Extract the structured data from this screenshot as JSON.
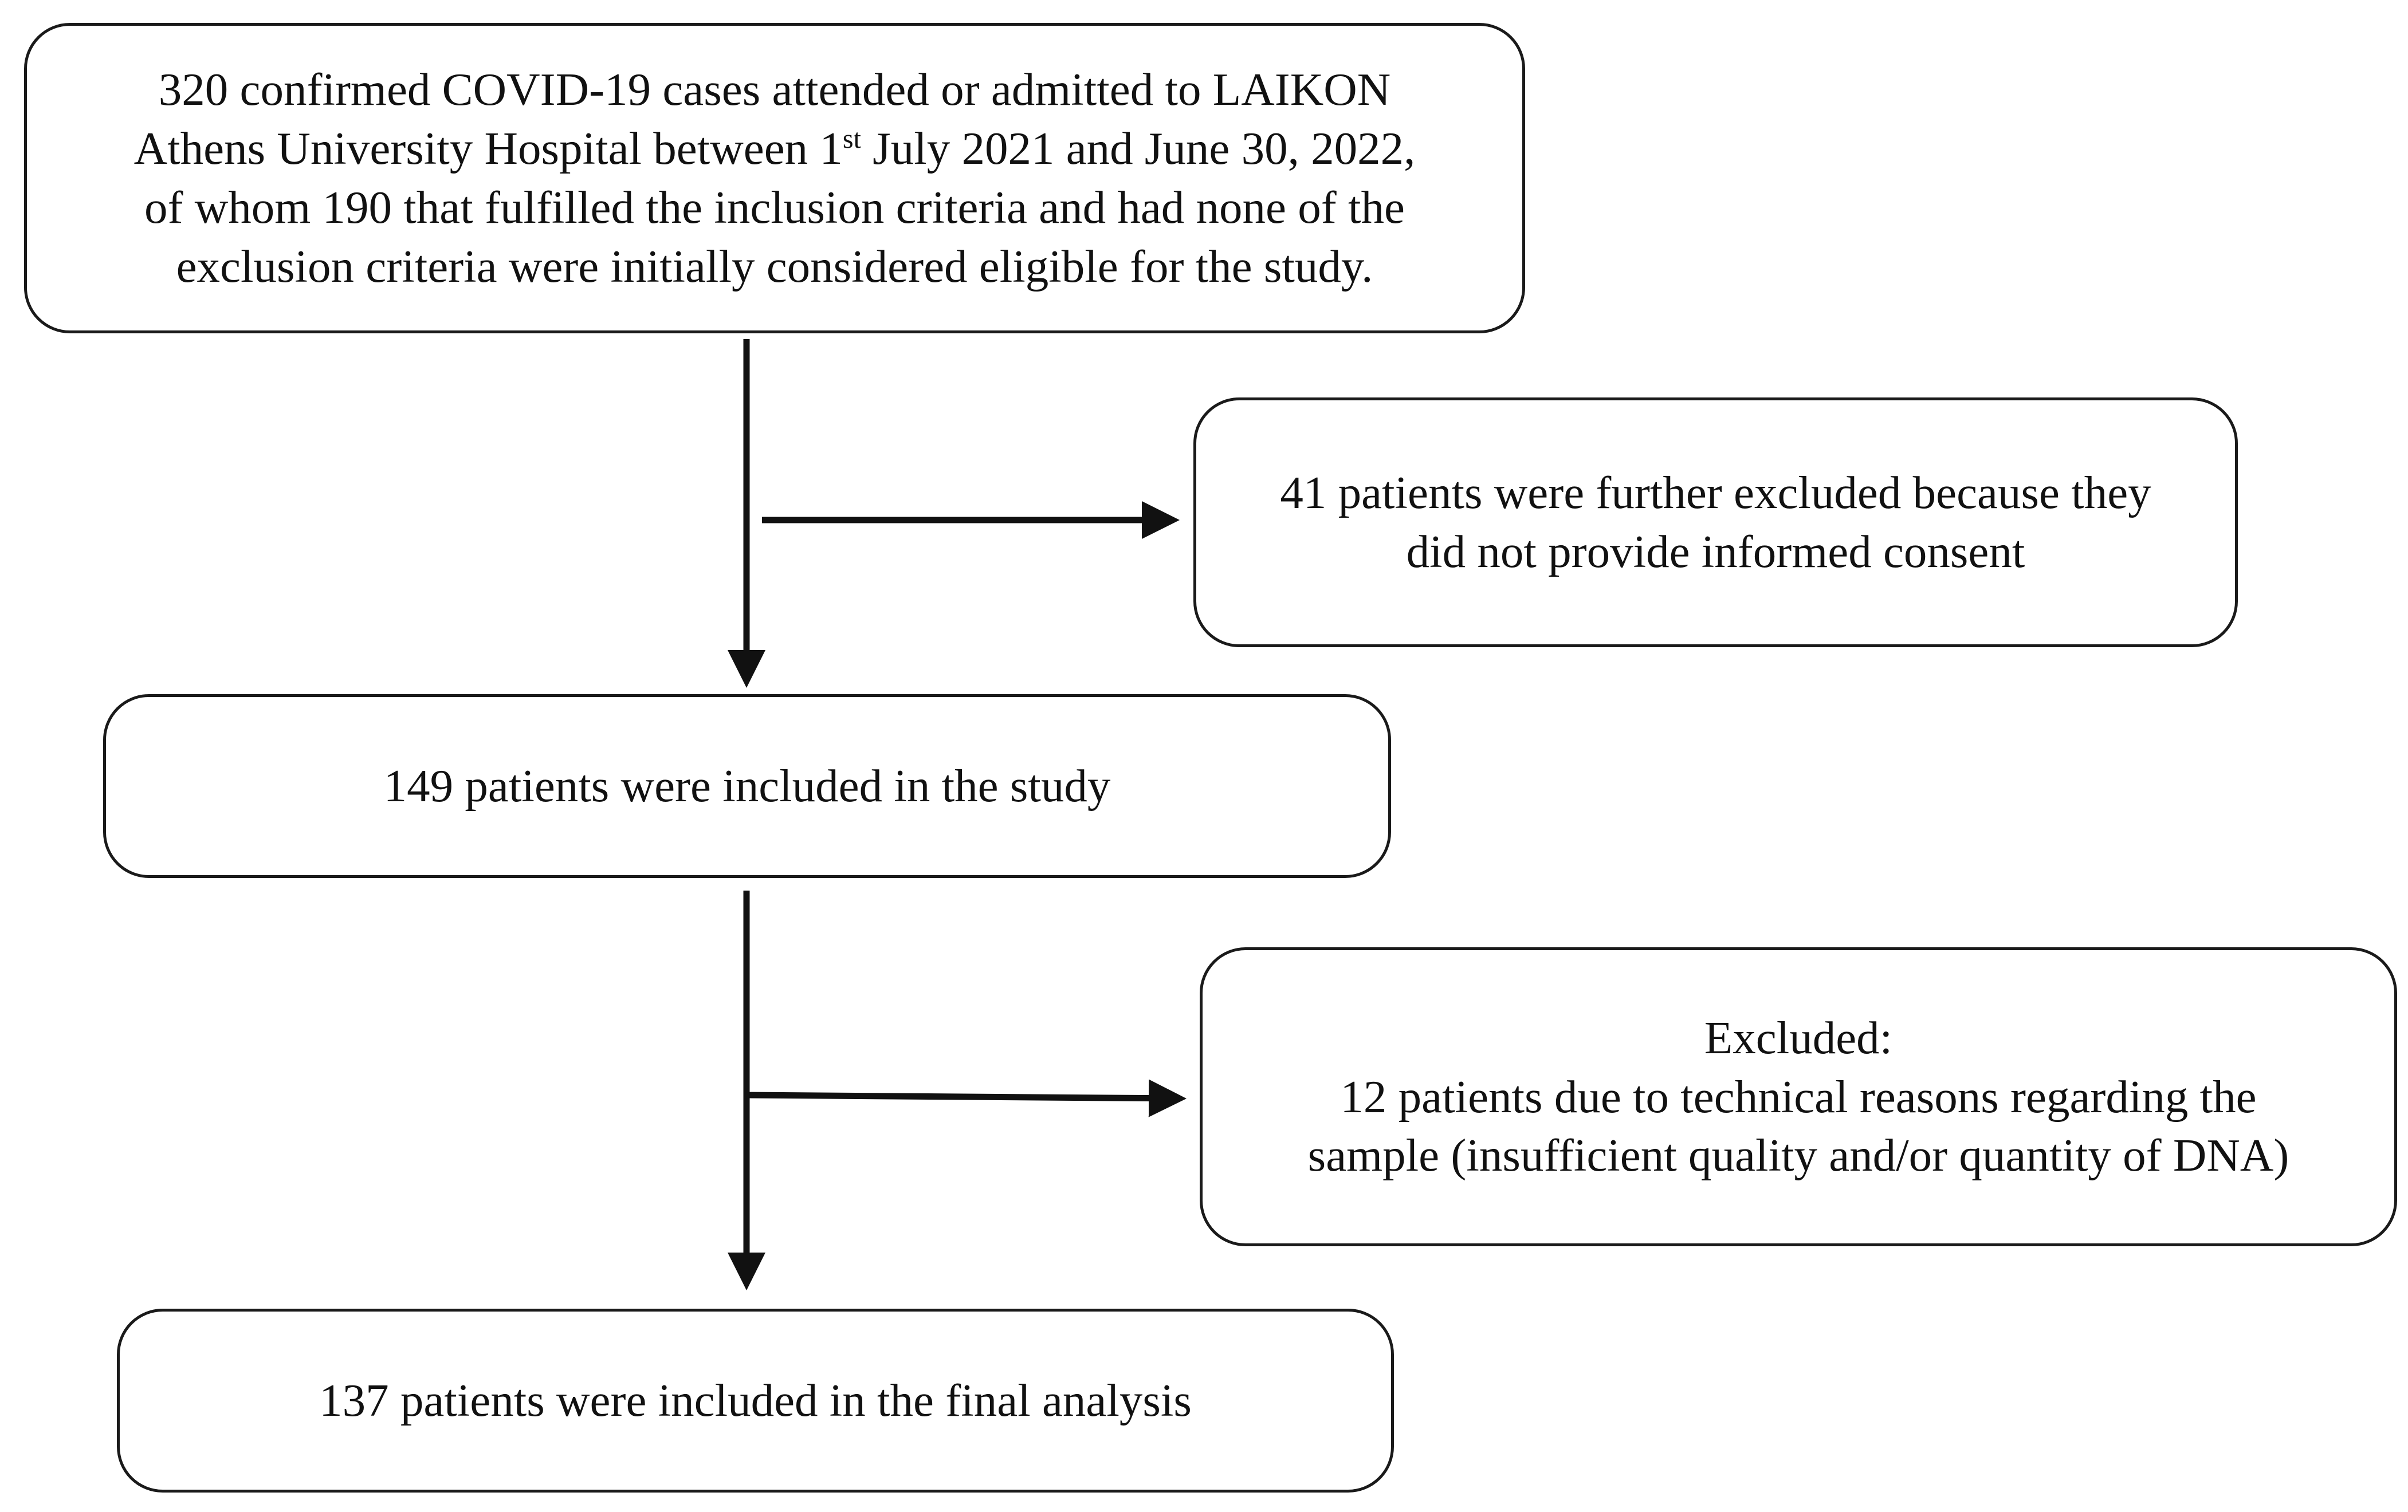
{
  "diagram": {
    "eligible_box": {
      "line1": "320 confirmed COVID-19 cases attended or admitted to LAIKON",
      "line2_before_sup": "Athens University Hospital  between 1",
      "line2_sup": "st",
      "line2_after_sup": " July 2021 and June 30, 2022,",
      "line3": "of whom 190  that fulfilled the inclusion criteria and had none of the",
      "line4": "exclusion  criteria were initially considered eligible for the study."
    },
    "no_consent_box": {
      "text": "41 patients were further excluded because they\ndid not provide informed consent"
    },
    "included_box": {
      "text": "149 patients were included in the study"
    },
    "excluded_box": {
      "text": "Excluded:\n12 patients due to technical reasons regarding the\nsample (insufficient quality and/or quantity of DNA)"
    },
    "final_box": {
      "text": "137 patients were included in the final analysis"
    }
  }
}
